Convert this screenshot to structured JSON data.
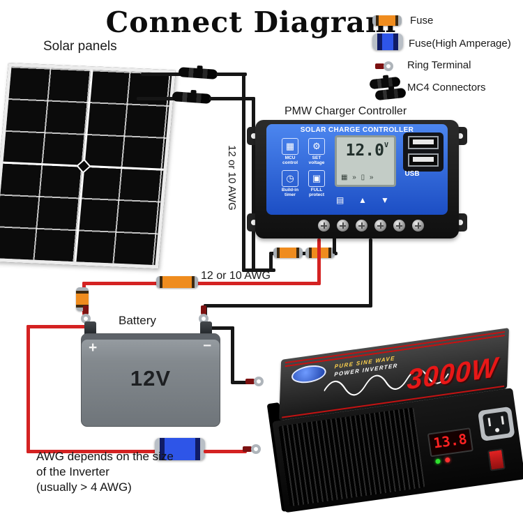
{
  "title": "Connect Diagram",
  "panel": {
    "label": "Solar panels"
  },
  "legend": {
    "items": [
      {
        "label": "Fuse",
        "icon": "fuse-icon",
        "color": "#ef8c1e"
      },
      {
        "label": "Fuse(High Amperage)",
        "icon": "fuse-high-amperage-icon",
        "color": "#2e55e8"
      },
      {
        "label": "Ring Terminal",
        "icon": "ring-terminal-icon"
      },
      {
        "label": "MC4 Connectors",
        "icon": "mc4-connectors-icon"
      }
    ]
  },
  "controller": {
    "caption": "PMW Charger Controller",
    "header": "SOLAR CHARGE CONTROLLER",
    "lcd": {
      "value": "12.0",
      "unit": "V",
      "icons": "▦ » ▯ »"
    },
    "features": [
      {
        "glyph": "▦",
        "label": "MCU control"
      },
      {
        "glyph": "⚙",
        "label": "SET voltage"
      },
      {
        "glyph": "◷",
        "label": "Build-in timer"
      },
      {
        "glyph": "▣",
        "label": "FULL protect"
      }
    ],
    "buttons": {
      "menu": "▤",
      "up": "▲",
      "down": "▼"
    },
    "usb_label": "USB"
  },
  "wiring": {
    "awg_vertical": "12 or 10 AWG",
    "awg_horizontal": "12 or 10 AWG"
  },
  "battery": {
    "caption": "Battery",
    "voltage": "12V",
    "positive": "+",
    "negative": "–"
  },
  "inverter": {
    "power": "3000W",
    "tagline1": "PURE SINE WAVE",
    "tagline2": "POWER INVERTER",
    "display": "13.8"
  },
  "note": {
    "line1": "AWG depends on the size",
    "line2": "of the Inverter",
    "line3": "(usually  > 4 AWG)"
  },
  "colors": {
    "wire_red": "#d42222",
    "wire_black": "#161616",
    "fuse_orange": "#ef8c1e",
    "fuse_blue": "#2e55e8",
    "controller_blue": "#2c63d4",
    "inverter_red": "#e81717"
  }
}
